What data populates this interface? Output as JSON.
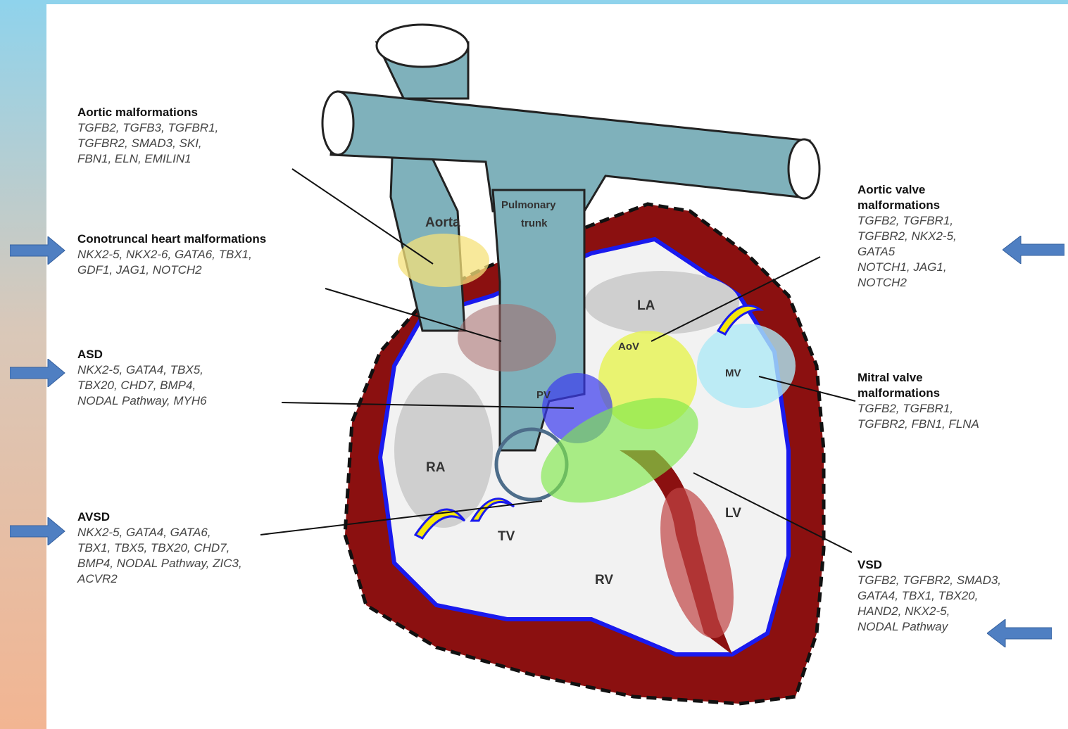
{
  "labels": {
    "aortic_malformations": {
      "title": "Aortic malformations",
      "genes": [
        "TGFB2, TGFB3, TGFBR1,",
        "TGFBR2, SMAD3, SKI,",
        "FBN1, ELN, EMILIN1"
      ]
    },
    "conotruncal": {
      "title": "Conotruncal heart malformations",
      "genes": [
        "NKX2-5, NKX2-6, GATA6, TBX1,",
        "GDF1, JAG1, NOTCH2"
      ]
    },
    "asd": {
      "title": "ASD",
      "genes": [
        "NKX2-5, GATA4, TBX5,",
        "TBX20, CHD7, BMP4,",
        "NODAL Pathway, MYH6"
      ]
    },
    "avsd": {
      "title": "AVSD",
      "genes": [
        "NKX2-5, GATA4, GATA6,",
        "TBX1, TBX5, TBX20, CHD7,",
        "BMP4, NODAL Pathway, ZIC3,",
        "ACVR2"
      ]
    },
    "aortic_valve": {
      "title": [
        "Aortic valve",
        "malformations"
      ],
      "genes": [
        "TGFB2, TGFBR1,",
        "TGFBR2, NKX2-5,",
        "GATA5",
        "NOTCH1, JAG1,",
        "NOTCH2"
      ]
    },
    "mitral_valve": {
      "title": [
        "Mitral valve",
        "malformations"
      ],
      "genes": [
        "TGFB2, TGFBR1,",
        "TGFBR2, FBN1, FLNA"
      ]
    },
    "vsd": {
      "title": "VSD",
      "genes": [
        "TGFB2, TGFBR2, SMAD3,",
        "GATA4, TBX1, TBX20,",
        "HAND2, NKX2-5,",
        "NODAL Pathway"
      ]
    }
  },
  "regions": {
    "aorta": "Aorta",
    "pulmonary_trunk_1": "Pulmonary",
    "pulmonary_trunk_2": "trunk",
    "la": "LA",
    "ra": "RA",
    "lv": "LV",
    "rv": "RV",
    "tv": "TV",
    "mv": "MV",
    "aov": "AoV",
    "pv": "PV"
  },
  "colors": {
    "vessel": "#7fb1bb",
    "myocardium": "#8b1010",
    "endocardium": "#1a1aee",
    "chamber": "#f2f2f2",
    "arrow": "#4f7fc2"
  }
}
